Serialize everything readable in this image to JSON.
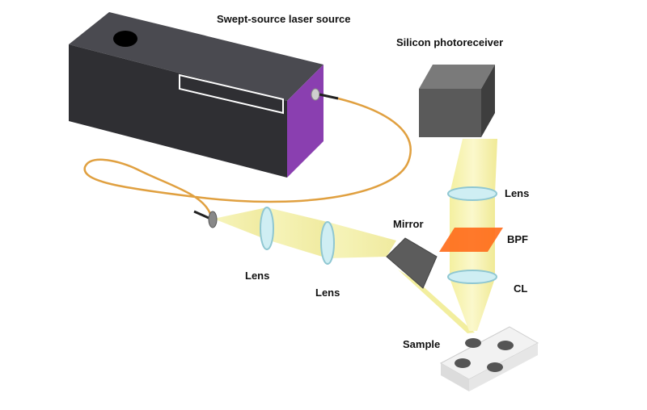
{
  "labels": {
    "laser_source": "Swept-source laser source",
    "photoreceiver": "Silicon photoreceiver",
    "lens_detection": "Lens",
    "bpf": "BPF",
    "cl": "CL",
    "mirror": "Mirror",
    "lens_1": "Lens",
    "lens_2": "Lens",
    "sample": "Sample"
  },
  "colors": {
    "laser_body": "#3a3a3f",
    "laser_side": "#8a3fb0",
    "fiber": "#e0a040",
    "beam": "#f3f0a8",
    "lens": "#bfe4ec",
    "bpf": "#ff6a18",
    "photoreceiver": "#5a5a5a",
    "mirror": "#5c5c5c"
  }
}
